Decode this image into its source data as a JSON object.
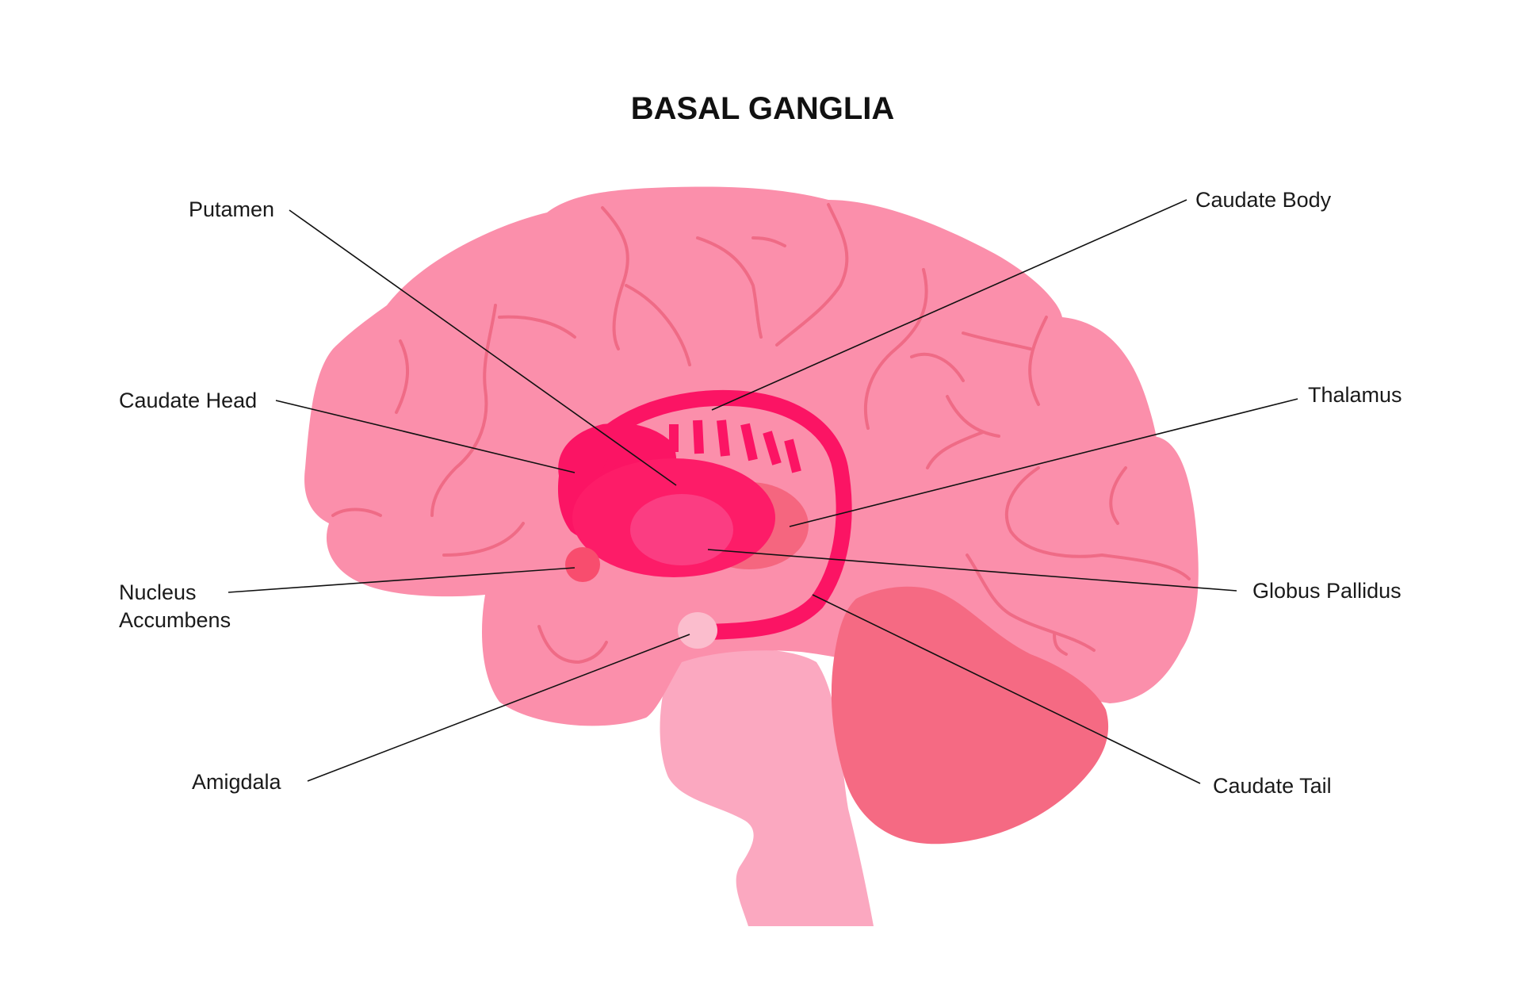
{
  "title": "BASAL GANGLIA",
  "labels": {
    "putamen": "Putamen",
    "caudate_head": "Caudate Head",
    "nucleus_accumbens_line1": "Nucleus",
    "nucleus_accumbens_line2": "Accumbens",
    "amigdala": "Amigdala",
    "caudate_body": "Caudate Body",
    "thalamus": "Thalamus",
    "globus_pallidus": "Globus Pallidus",
    "caudate_tail": "Caudate Tail"
  },
  "colors": {
    "cerebrum": "#fb8fab",
    "sulcus": "#ef6b86",
    "brainstem": "#fba8c0",
    "cerebellum": "#f56a83",
    "caudate": "#fb1464",
    "putamen": "#fd1c68",
    "globus_pallidus": "#fb3d82",
    "thalamus": "#f5667f",
    "nucleus_accumbens": "#f84d6e",
    "amigdala": "#fbbdcd"
  }
}
